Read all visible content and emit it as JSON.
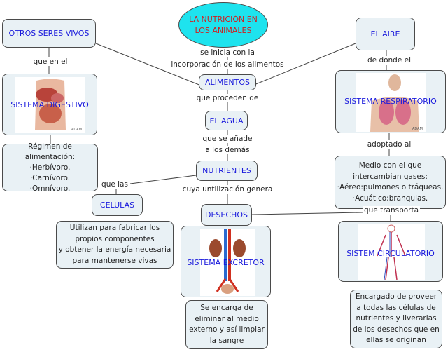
{
  "title": "LA NUTRICIÓN EN LOS ANIMALES",
  "title_lines": [
    "LA NUTRICIÓN EN",
    "LOS ANIMALES"
  ],
  "colors": {
    "title_fill": "#1ee3ee",
    "title_text": "#d02020",
    "concept_text": "#1a1adc",
    "box_fill": "#e9f1f5"
  },
  "concepts": {
    "otros": "OTROS SERES VIVOS",
    "digestivo": "SISTEMA DIGESTIVO",
    "celulas": "CELULAS",
    "alimentos": "ALIMENTOS",
    "agua": "EL AGUA",
    "nutrientes": "NUTRIENTES",
    "desechos": "DESECHOS",
    "excretor": "SISTEMA EXCRETOR",
    "aire": "EL AIRE",
    "respiratorio": "SISTEMA RESPIRATORIO",
    "circulatorio": "SISTEM CIRCULATORIO"
  },
  "links": {
    "que_en_el": "que en el",
    "se_inicia_1": "se inicia con la",
    "se_inicia_2": "incorporación  de los alimentos",
    "que_proceden": "que proceden de",
    "que_se_anade_1": "que se añade",
    "que_se_anade_2": "a los demás",
    "que_las": "que las",
    "cuya": "cuya untilización genera",
    "de_donde": "de donde el",
    "adoptado": "adoptado al",
    "transporta": "que transporta"
  },
  "notes": {
    "regimen": [
      "Régimen de alimentación:",
      "·Herbívoro.",
      "·Carnívoro.",
      "·Omnívoro."
    ],
    "utilizan": [
      "Utilizan para fabricar los",
      "propios componentes",
      "y obtener la energía necesaria",
      "para mantenerse vivas"
    ],
    "excretor": [
      "Se encarga de",
      "eliminar al medio",
      "externo y así limpiar",
      "la sangre"
    ],
    "medio": [
      "Medio con el que",
      "intercambian gases:",
      "·Aéreo:pulmones o tráqueas.",
      "·Acuático:branquias."
    ],
    "circulatorio": [
      "Encargado de proveer",
      "a todas las células de",
      "nutrientes y liverarlas",
      "de los desechos que en",
      "ellas se originan"
    ]
  },
  "image_watermark": "ADAM"
}
